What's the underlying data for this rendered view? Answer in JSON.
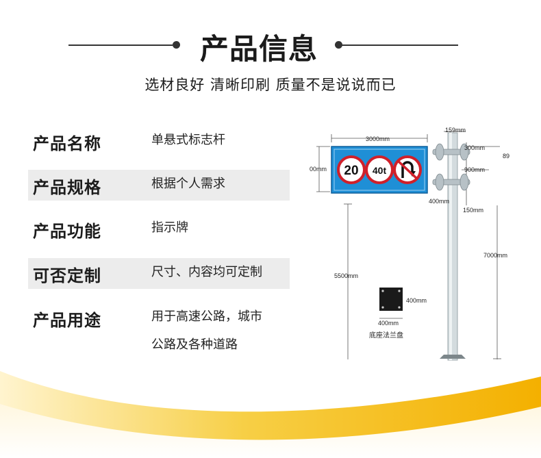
{
  "header": {
    "title": "产品信息",
    "subtitle": "选材良好 清晰印刷 质量不是说说而已"
  },
  "specs": [
    {
      "key": "产品名称",
      "value": "单悬式标志杆"
    },
    {
      "key": "产品规格",
      "value": "根据个人需求"
    },
    {
      "key": "产品功能",
      "value": "指示牌"
    },
    {
      "key": "可否定制",
      "value": "尺寸、内容均可定制"
    },
    {
      "key": "产品用途",
      "value_line1": "用于高速公路，城市",
      "value_line2": "公路及各种道路"
    }
  ],
  "diagram": {
    "sign_signs": [
      "20",
      "40t"
    ],
    "dim_width": "3000mm",
    "dim_pole_top": "159mm",
    "dim_arm": "300mm",
    "dim_right": "89",
    "dim_height": "00mm",
    "dim_arm_gap": "900mm",
    "dim_bracket": "400mm",
    "dim_bracket2": "150mm",
    "dim_pole_total": "7000mm",
    "dim_clearance": "5500mm",
    "dim_plate_h": "400mm",
    "dim_plate_w": "400mm",
    "plate_label": "底座法兰盘",
    "colors": {
      "sign_blue": "#1f8fd6",
      "ring_red": "#d0202a",
      "pole": "#c9d2d6"
    }
  },
  "colors": {
    "accent_yellow": "#f6c21c",
    "row_shade": "#ececec"
  }
}
